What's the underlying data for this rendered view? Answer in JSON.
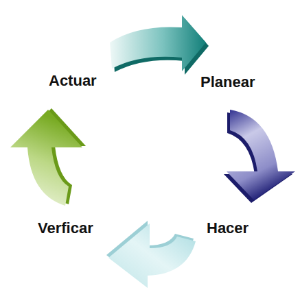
{
  "diagram": {
    "labels": [
      "Actuar",
      "Planear",
      "Verficar",
      "Hacer"
    ]
  }
}
